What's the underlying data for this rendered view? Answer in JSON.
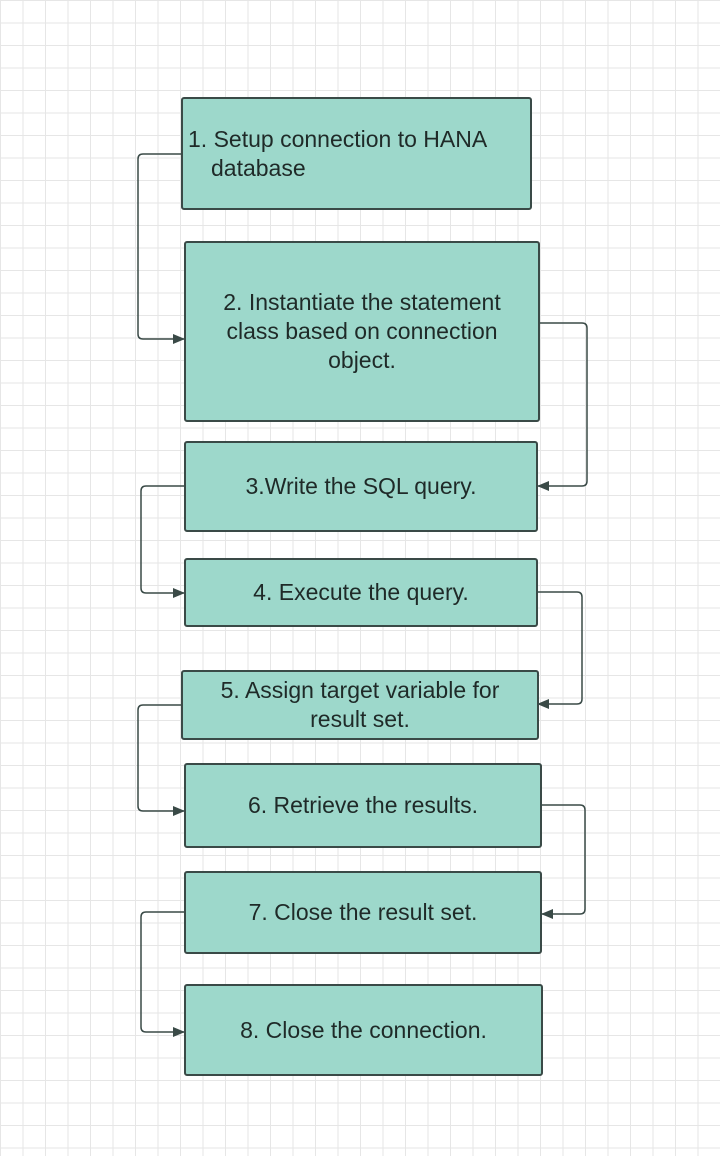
{
  "colors": {
    "box_fill": "#9dd8cb",
    "box_border": "#3a4a47",
    "connector": "#3a4a47",
    "grid_line": "#e6e6e6",
    "background": "#ffffff"
  },
  "steps": [
    {
      "label": "1. Setup connection to HANA database"
    },
    {
      "label": "2. Instantiate the statement class based on connection object."
    },
    {
      "label": "3.Write the SQL query."
    },
    {
      "label": "4. Execute the query."
    },
    {
      "label": "5. Assign target variable for result set."
    },
    {
      "label": "6. Retrieve the results."
    },
    {
      "label": "7. Close the result set."
    },
    {
      "label": "8. Close the connection."
    }
  ]
}
